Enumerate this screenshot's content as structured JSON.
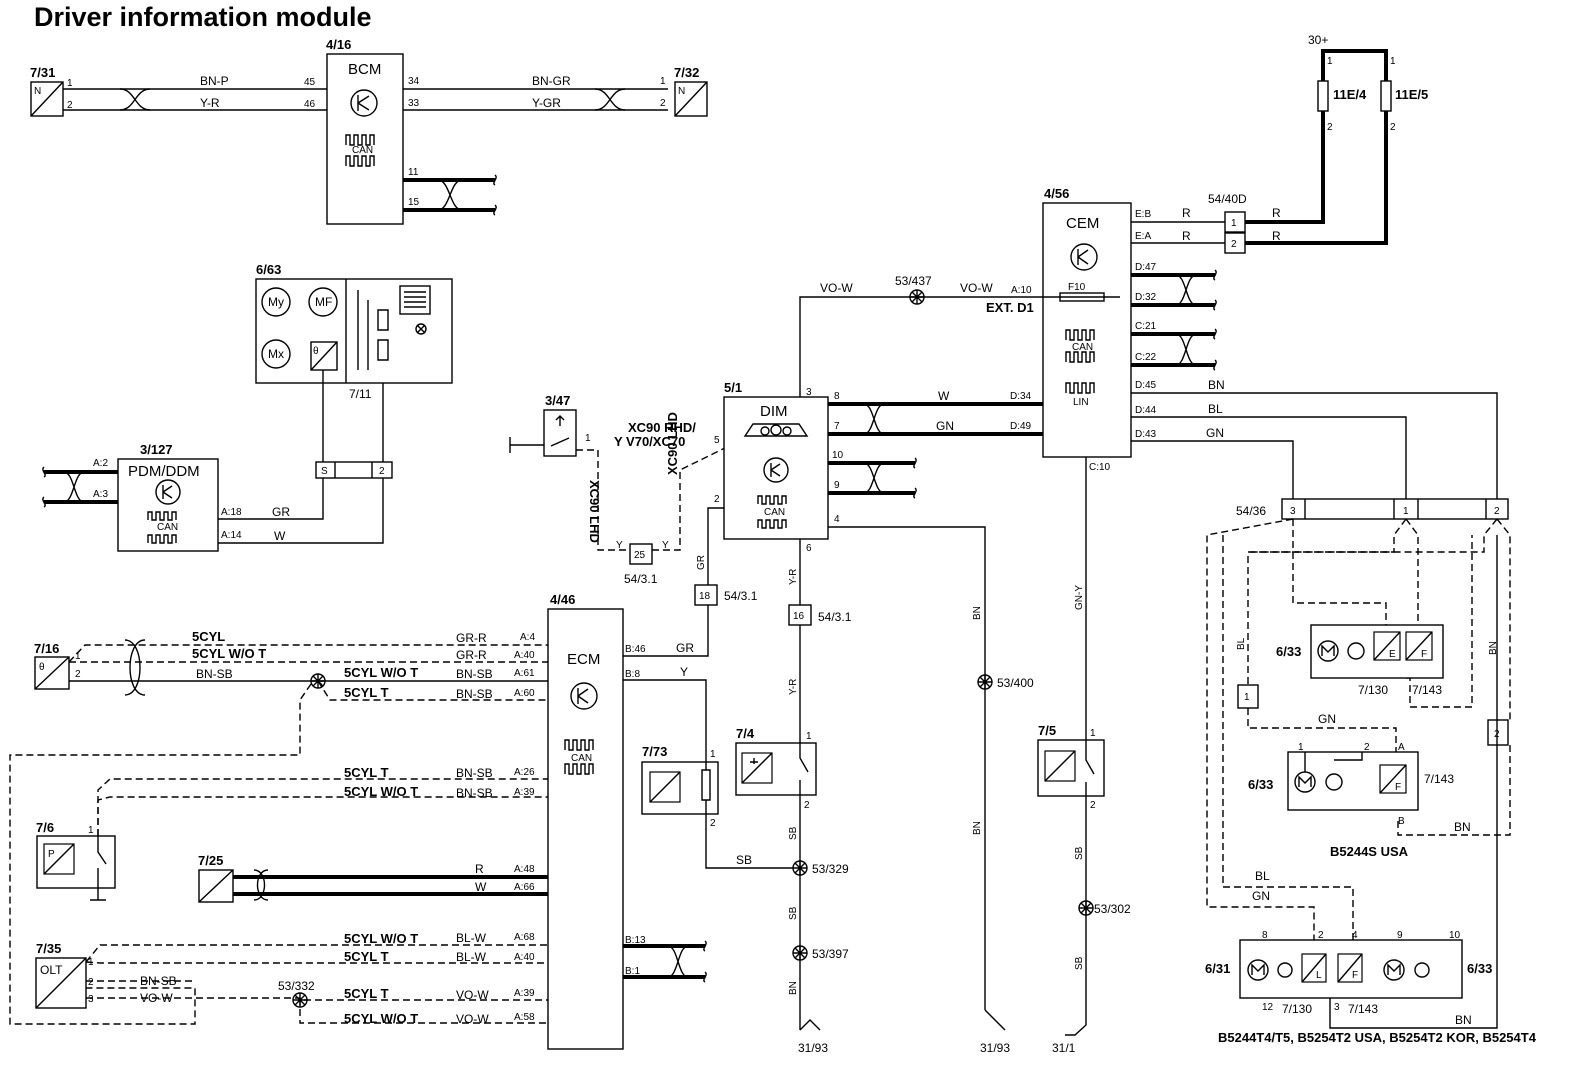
{
  "title": "Driver information module",
  "modules": {
    "bcm": {
      "id": "4/16",
      "name": "BCM",
      "can": "CAN"
    },
    "cem": {
      "id": "4/56",
      "name": "CEM",
      "fuse": "F10",
      "ext": "EXT. D1",
      "can": "CAN",
      "lin": "LIN"
    },
    "dim": {
      "id": "5/1",
      "name": "DIM",
      "can": "CAN"
    },
    "ecm": {
      "id": "4/46",
      "name": "ECM",
      "can": "CAN"
    },
    "pdm": {
      "id": "3/127",
      "name": "PDM/DDM",
      "can": "CAN"
    },
    "climate": {
      "id": "6/63",
      "my": "My",
      "mf": "MF",
      "mx": "Mx"
    }
  },
  "components": {
    "c731": "7/31",
    "c732": "7/32",
    "c347": "3/47",
    "c711": "7/11",
    "c716": "7/16",
    "c76": "7/6",
    "c725": "7/25",
    "c735": "7/35",
    "c735_label": "OLT",
    "c773": "7/73",
    "c74": "7/4",
    "c75": "7/5",
    "c633a": "6/33",
    "c7130a": "7/130",
    "c7143a": "7/143",
    "c633b": "6/33",
    "c7143b": "7/143",
    "c631": "6/31",
    "c633c": "6/33",
    "c7130c": "7/130",
    "c7143c": "7/143",
    "p30": "30+",
    "f11e4": "11E/4",
    "f11e5": "11E/5"
  },
  "connectors": {
    "c5440d": "54/40D",
    "c5436": "54/36",
    "c5431a": "54/3.1",
    "c5431b": "54/3.1",
    "c5431c": "54/3.1",
    "s53437": "53/437",
    "s53400": "53/400",
    "s53329": "53/329",
    "s53397": "53/397",
    "s53302": "53/302",
    "s53332": "53/332",
    "g3193a": "31/93",
    "g3193b": "31/93",
    "g311": "31/1"
  },
  "pins": {
    "bcm_45": "45",
    "bcm_46": "46",
    "bcm_34": "34",
    "bcm_33": "33",
    "bcm_11": "11",
    "bcm_15": "15",
    "c731_1": "1",
    "c731_2": "2",
    "c732_1": "1",
    "c732_2": "2",
    "cem_eb": "E:B",
    "cem_ea": "E:A",
    "cem_a10": "A:10",
    "cem_d47": "D:47",
    "cem_d32": "D:32",
    "cem_c21": "C:21",
    "cem_c22": "C:22",
    "cem_d34": "D:34",
    "cem_d49": "D:49",
    "cem_d45": "D:45",
    "cem_d44": "D:44",
    "cem_d43": "D:43",
    "cem_c10": "C:10",
    "c5440d_1": "1",
    "c5440d_2": "2",
    "f_1a": "1",
    "f_1b": "1",
    "f_2a": "2",
    "f_2b": "2",
    "dim_3": "3",
    "dim_8": "8",
    "dim_7": "7",
    "dim_10": "10",
    "dim_9": "9",
    "dim_4": "4",
    "dim_6": "6",
    "dim_5": "5",
    "dim_2": "2",
    "ecm_a4": "A:4",
    "ecm_a40a": "A:40",
    "ecm_a61": "A:61",
    "ecm_a60": "A:60",
    "ecm_a26": "A:26",
    "ecm_a39a": "A:39",
    "ecm_a48": "A:48",
    "ecm_a66": "A:66",
    "ecm_a68": "A:68",
    "ecm_a40b": "A:40",
    "ecm_a39b": "A:39",
    "ecm_a58": "A:58",
    "ecm_b46": "B:46",
    "ecm_b8": "B:8",
    "ecm_b13": "B:13",
    "ecm_b1": "B:1",
    "pdm_a2": "A:2",
    "pdm_a3": "A:3",
    "pdm_a18": "A:18",
    "pdm_a14": "A:14",
    "c5436_3": "3",
    "c5436_1": "1",
    "c5436_2": "2",
    "c716_1": "1",
    "c716_2": "2",
    "c76_1": "1",
    "c735_1": "1",
    "c735_2": "2",
    "c735_3": "3",
    "c773_1": "1",
    "c773_2": "2",
    "c74_1": "1",
    "c74_2": "2",
    "c75_1": "1",
    "c75_2": "2",
    "c347_1": "1",
    "ic_s": "S",
    "ic_2": "2",
    "n25": "25",
    "n18": "18",
    "n16": "16",
    "conn1_lbl": "1",
    "conn2_lbl": "2",
    "p633b_1": "1",
    "p633b_2": "2",
    "p633b_a": "A",
    "p633b_b": "B",
    "p631_8": "8",
    "p631_2": "2",
    "p631_4": "4",
    "p631_9": "9",
    "p631_10": "10",
    "p631_12": "12",
    "p631_3": "3",
    "n_label": "N",
    "n_label2": "N",
    "theta": "θ",
    "theta2": "θ",
    "p_label": "P",
    "e_label": "E",
    "f_label": "F",
    "l_label": "L",
    "f_label2": "F",
    "f_label3": "F"
  },
  "wire_colors": {
    "bn_p": "BN-P",
    "y_r": "Y-R",
    "bn_gr": "BN-GR",
    "y_gr": "Y-GR",
    "r1": "R",
    "r2": "R",
    "r3": "R",
    "r4": "R",
    "vo_w1": "VO-W",
    "vo_w2": "VO-W",
    "w_dim": "W",
    "gn_dim": "GN",
    "bn_d45": "BN",
    "bl_d44": "BL",
    "gn_d43": "GN",
    "gr_pdm": "GR",
    "w_pdm": "W",
    "y1": "Y",
    "y2": "Y",
    "gr_v": "GR",
    "yr_v": "Y-R",
    "yr_v2": "Y-R",
    "gr_ecm": "GR",
    "y_ecm": "Y",
    "sb1": "SB",
    "sb2": "SB",
    "sb3": "SB",
    "bn1": "BN",
    "bn2": "BN",
    "bn3": "BN",
    "gny": "GN-Y",
    "sb4": "SB",
    "sb5": "SB",
    "grr1": "GR-R",
    "grr2": "GR-R",
    "bnsb1": "BN-SB",
    "bnsb2": "BN-SB",
    "bnsb3": "BN-SB",
    "bnsb4": "BN-SB",
    "bnsb5": "BN-SB",
    "bnsb6": "BN-SB",
    "r_725": "R",
    "w_725": "W",
    "blw": "BL-W",
    "blw2": "BL-W",
    "vow3": "VO-W",
    "vow4": "VO-W",
    "vow5": "VO-W",
    "bl_r": "BL",
    "bn_r": "BN",
    "gn_r": "GN",
    "bn_r2": "BN",
    "bl_r2": "BL",
    "gn_r2": "GN",
    "bn_r3": "BN"
  },
  "variants": {
    "cyl5": "5CYL",
    "cyl5wot": "5CYL W/O T",
    "cyl5wot2": "5CYL W/O T",
    "cyl5t": "5CYL T",
    "cyl5t2": "5CYL T",
    "cyl5wot3": "5CYL W/O T",
    "cyl5wot4": "5CYL W/O T",
    "cyl5t3": "5CYL T",
    "cyl5t4": "5CYL T",
    "cyl5wot5": "5CYL W/O T",
    "xc90rhd": "XC90 RHD/",
    "yv70": "Y V70/XC70",
    "xc90lhd1": "XC90 LHD",
    "xc90lhd2": "XC90 LHD",
    "b5244s": "B5244S USA",
    "b5244t4": "B5244T4/T5, B5254T2 USA, B5254T2 KOR, B5254T4"
  }
}
